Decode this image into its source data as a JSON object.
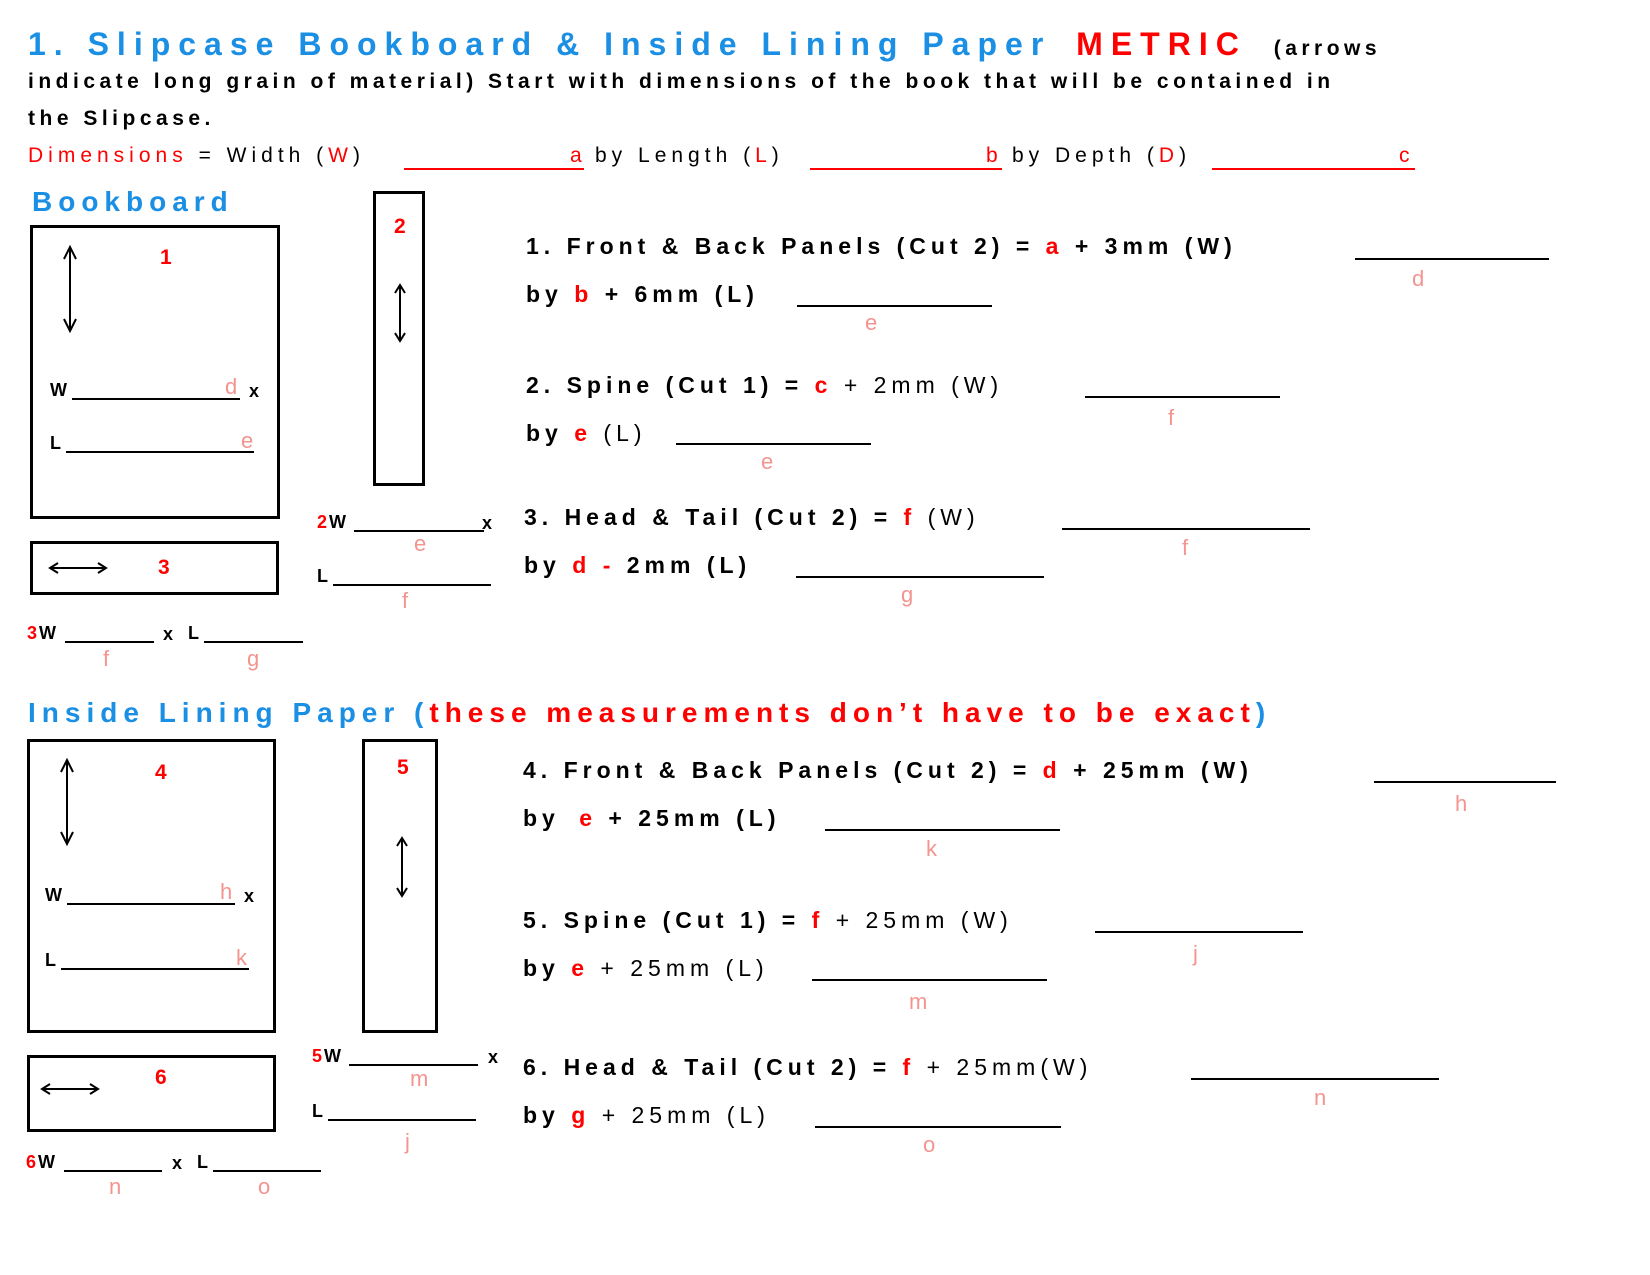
{
  "header": {
    "title_blue": "1. Slipcase Bookboard & Inside Lining Paper",
    "title_red": "METRIC",
    "intro_1": "(arrows",
    "intro_2": "indicate long grain of material) Start with dimensions of the book that will be contained in",
    "intro_3": "the Slipcase."
  },
  "dimensions": {
    "label": "Dimensions",
    "eq_width": "= Width (",
    "w": "W",
    "close": ")",
    "a": "a",
    "by_length": "by Length (",
    "l": "L",
    "b": "b",
    "by_depth": "by Depth (",
    "d": "D",
    "c": "c"
  },
  "bookboard": {
    "heading": "Bookboard",
    "piece1": {
      "num": "1",
      "w": "W",
      "w_letter": "d",
      "x": "x",
      "l": "L",
      "l_letter": "e"
    },
    "piece2": {
      "num": "2",
      "w_num": "2",
      "w": "W",
      "w_letter": "e",
      "x": "x",
      "l": "L",
      "l_letter": "f"
    },
    "piece3": {
      "num": "3",
      "w_num": "3",
      "w": "W",
      "w_letter": "f",
      "x": "x",
      "l": "L",
      "l_letter": "g"
    },
    "f1": {
      "a": "1. Front & Back Panels (Cut 2) =",
      "v": "a",
      "b": "+ 3mm (W)",
      "ans": "d",
      "by": "by",
      "v2": "b",
      "b2": "+ 6mm (L)",
      "ans2": "e"
    },
    "f2": {
      "a": "2. Spine (Cut 1) =",
      "v": "c",
      "b": "+ 2mm (W)",
      "ans": "f",
      "by": "by",
      "v2": "e",
      "b2": "(L)",
      "ans2": "e"
    },
    "f3": {
      "a": "3. Head & Tail (Cut 2) =",
      "v": "f",
      "b": "(W)",
      "ans": "f",
      "by": "by",
      "v2": "d",
      "minus": "-",
      "b2": "2mm (L)",
      "ans2": "g"
    }
  },
  "lining": {
    "heading_blue": "Inside Lining Paper",
    "paren_open": "(",
    "heading_red": "these measurements don’t have to be exact",
    "paren_close": ")",
    "piece4": {
      "num": "4",
      "w": "W",
      "w_letter": "h",
      "x": "x",
      "l": "L",
      "l_letter": "k"
    },
    "piece5": {
      "num": "5",
      "w_num": "5",
      "w": "W",
      "w_letter": "m",
      "x": "x",
      "l": "L",
      "l_letter": "j"
    },
    "piece6": {
      "num": "6",
      "w_num": "6",
      "w": "W",
      "w_letter": "n",
      "x": "x",
      "l": "L",
      "l_letter": "o"
    },
    "f4": {
      "a": "4. Front & Back Panels (Cut 2) =",
      "v": "d",
      "b": "+ 25mm (W)",
      "ans": "h",
      "by": "by",
      "v2": "e",
      "b2": "+ 25mm (L)",
      "ans2": "k"
    },
    "f5": {
      "a": "5. Spine (Cut 1) =",
      "v": "f",
      "b": "+ 25mm (W)",
      "ans": "j",
      "by": "by",
      "v2": "e",
      "b2": "+ 25mm (L)",
      "ans2": "m"
    },
    "f6": {
      "a": "6. Head & Tail (Cut 2) =",
      "v": "f",
      "b": "+ 25mm(W)",
      "ans": "n",
      "by": "by",
      "v2": "g",
      "b2": "+ 25mm (L)",
      "ans2": "o"
    }
  }
}
